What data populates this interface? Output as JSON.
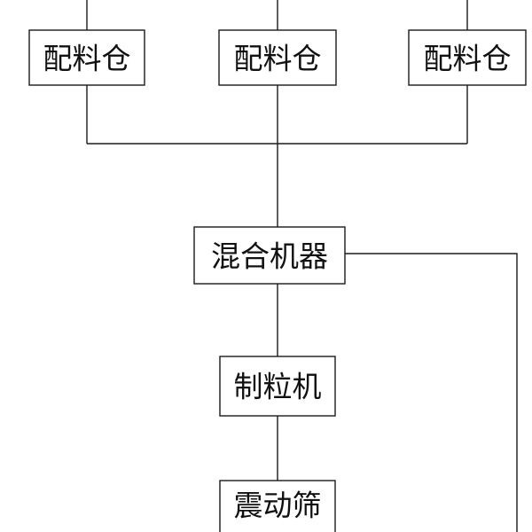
{
  "diagram": {
    "nodes": [
      {
        "id": "bin-1",
        "label": "配料仓"
      },
      {
        "id": "bin-2",
        "label": "配料仓"
      },
      {
        "id": "bin-3",
        "label": "配料仓"
      },
      {
        "id": "mixer",
        "label": "混合机器"
      },
      {
        "id": "granulator",
        "label": "制粒机"
      },
      {
        "id": "screen",
        "label": "震动筛"
      }
    ],
    "edges": [
      {
        "from": "bin-1",
        "to": "mixer"
      },
      {
        "from": "bin-2",
        "to": "mixer"
      },
      {
        "from": "bin-3",
        "to": "mixer"
      },
      {
        "from": "mixer",
        "to": "granulator"
      },
      {
        "from": "granulator",
        "to": "screen"
      },
      {
        "from": "mixer",
        "to": "offscreen-right"
      }
    ],
    "colors": {
      "stroke": "#1a1a1a",
      "fill": "#ffffff",
      "text": "#111111"
    }
  }
}
